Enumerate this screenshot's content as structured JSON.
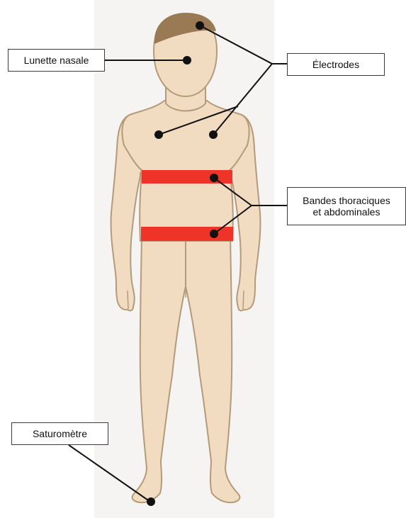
{
  "labels": {
    "nasal_cannula": "Lunette nasale",
    "electrodes": "Électrodes",
    "belts_line1": "Bandes thoraciques",
    "belts_line2": "et abdominales",
    "oximeter": "Saturomètre"
  },
  "colors": {
    "background_panel": "#f5f4f3",
    "skin_fill": "#f2dcc1",
    "skin_stroke": "#b39a7a",
    "hair": "#9a7a55",
    "belt": "#ee3328",
    "sensor_dot": "#111111",
    "leader_line": "#111111"
  }
}
